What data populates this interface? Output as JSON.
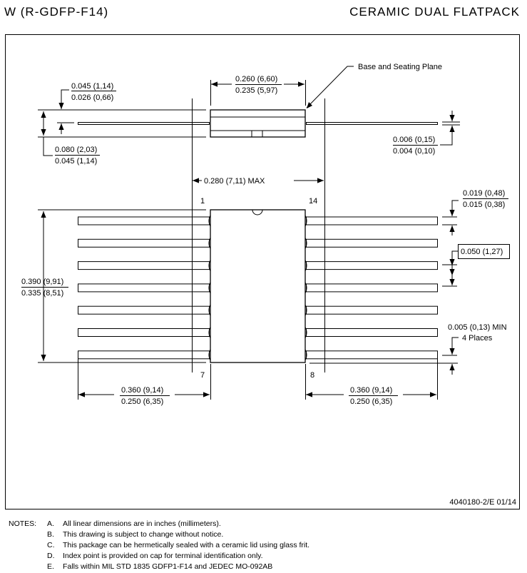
{
  "header": {
    "package_code": "W (R-GDFP-F14)",
    "package_name": "CERAMIC DUAL FLATPACK"
  },
  "side_view": {
    "lead_thickness_dim": {
      "max": "0.045 (1,14)",
      "min": "0.026 (0,66)"
    },
    "overall_height_dim": {
      "max": "0.080 (2,03)",
      "min": "0.045 (1,14)"
    },
    "body_width_dim": {
      "max": "0.260 (6,60)",
      "min": "0.235 (5,97)"
    },
    "seating_plane_label": "Base and Seating Plane",
    "lead_thk_dim": {
      "max": "0.006 (0,15)",
      "min": "0.004 (0,10)"
    },
    "max_width_dim": "0.280 (7,11) MAX"
  },
  "top_view": {
    "pin_labels": {
      "pin1": "1",
      "pin14": "14",
      "pin7": "7",
      "pin8": "8"
    },
    "length_dim": {
      "max": "0.390 (9,91)",
      "min": "0.335 (8,51)"
    },
    "lead_width_dim": {
      "max": "0.019 (0,48)",
      "min": "0.015 (0,38)"
    },
    "pitch_dim": "0.050 (1,27)",
    "gap_dim": {
      "value": "0.005 (0,13) MIN",
      "places": "4 Places"
    },
    "left_lead_dim": {
      "max": "0.360 (9,14)",
      "min": "0.250 (6,35)"
    },
    "right_lead_dim": {
      "max": "0.360 (9,14)",
      "min": "0.250 (6,35)"
    }
  },
  "drawing_number": "4040180-2/E 01/14",
  "notes": {
    "label": "NOTES:",
    "items": [
      {
        "letter": "A.",
        "text": "All linear dimensions are in inches (millimeters)."
      },
      {
        "letter": "B.",
        "text": "This drawing is subject to change without notice."
      },
      {
        "letter": "C.",
        "text": "This package can be hermetically sealed with a ceramic lid using glass frit."
      },
      {
        "letter": "D.",
        "text": "Index point is provided on cap for terminal identification only."
      },
      {
        "letter": "E.",
        "text": "Falls within MIL STD 1835 GDFP1-F14 and JEDEC MO-092AB"
      }
    ]
  }
}
